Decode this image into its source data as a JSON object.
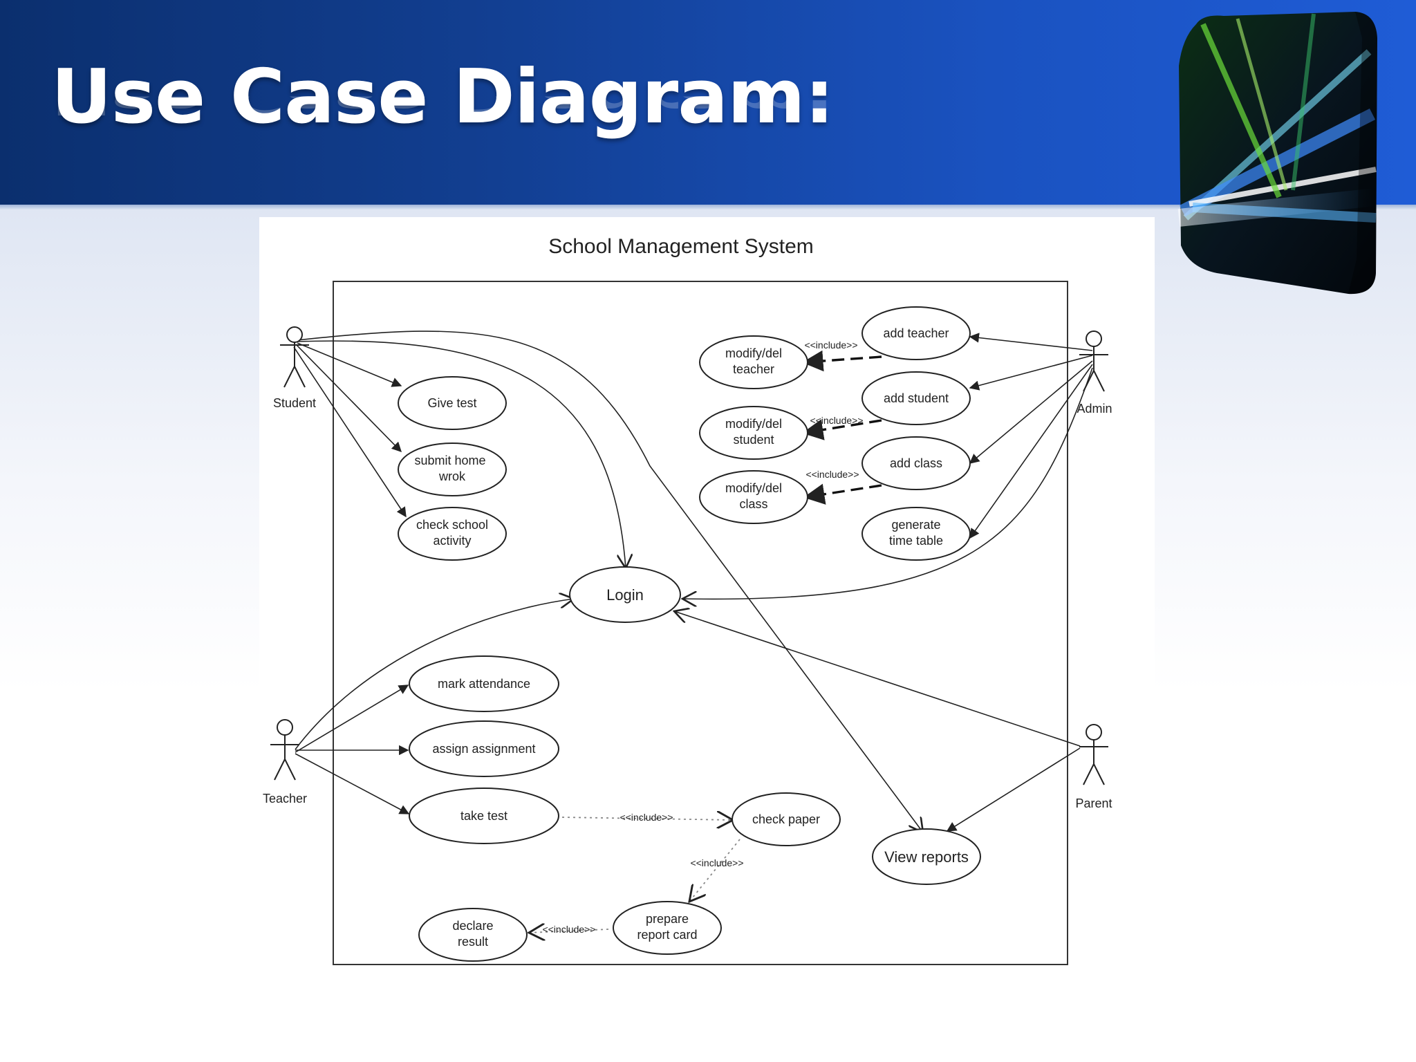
{
  "slide": {
    "title": "Use Case Diagram:"
  },
  "diagram": {
    "title": "School Management System",
    "actors": {
      "student": "Student",
      "teacher": "Teacher",
      "admin": "Admin",
      "parent": "Parent"
    },
    "use_cases": {
      "give_test": "Give test",
      "submit_homework_l1": "submit home",
      "submit_homework_l2": "wrok",
      "check_activity_l1": "check school",
      "check_activity_l2": "activity",
      "login": "Login",
      "mark_attendance": "mark attendance",
      "assign_assignment": "assign assignment",
      "take_test": "take test",
      "check_paper": "check paper",
      "prepare_card_l1": "prepare",
      "prepare_card_l2": "report card",
      "declare_result_l1": "declare",
      "declare_result_l2": "result",
      "view_reports": "View reports",
      "add_teacher": "add teacher",
      "add_student": "add student",
      "add_class": "add class",
      "generate_tt_l1": "generate",
      "generate_tt_l2": "time table",
      "mod_teacher_l1": "modify/del",
      "mod_teacher_l2": "teacher",
      "mod_student_l1": "modify/del",
      "mod_student_l2": "student",
      "mod_class_l1": "modify/del",
      "mod_class_l2": "class"
    },
    "relations": {
      "include_teacher": "<<include>>",
      "include_student": "<<include>>",
      "include_class": "<<include>>",
      "include_check_paper": "<<include>>",
      "include_report_card": "<<include>>",
      "include_declare": "<<include>>"
    }
  }
}
